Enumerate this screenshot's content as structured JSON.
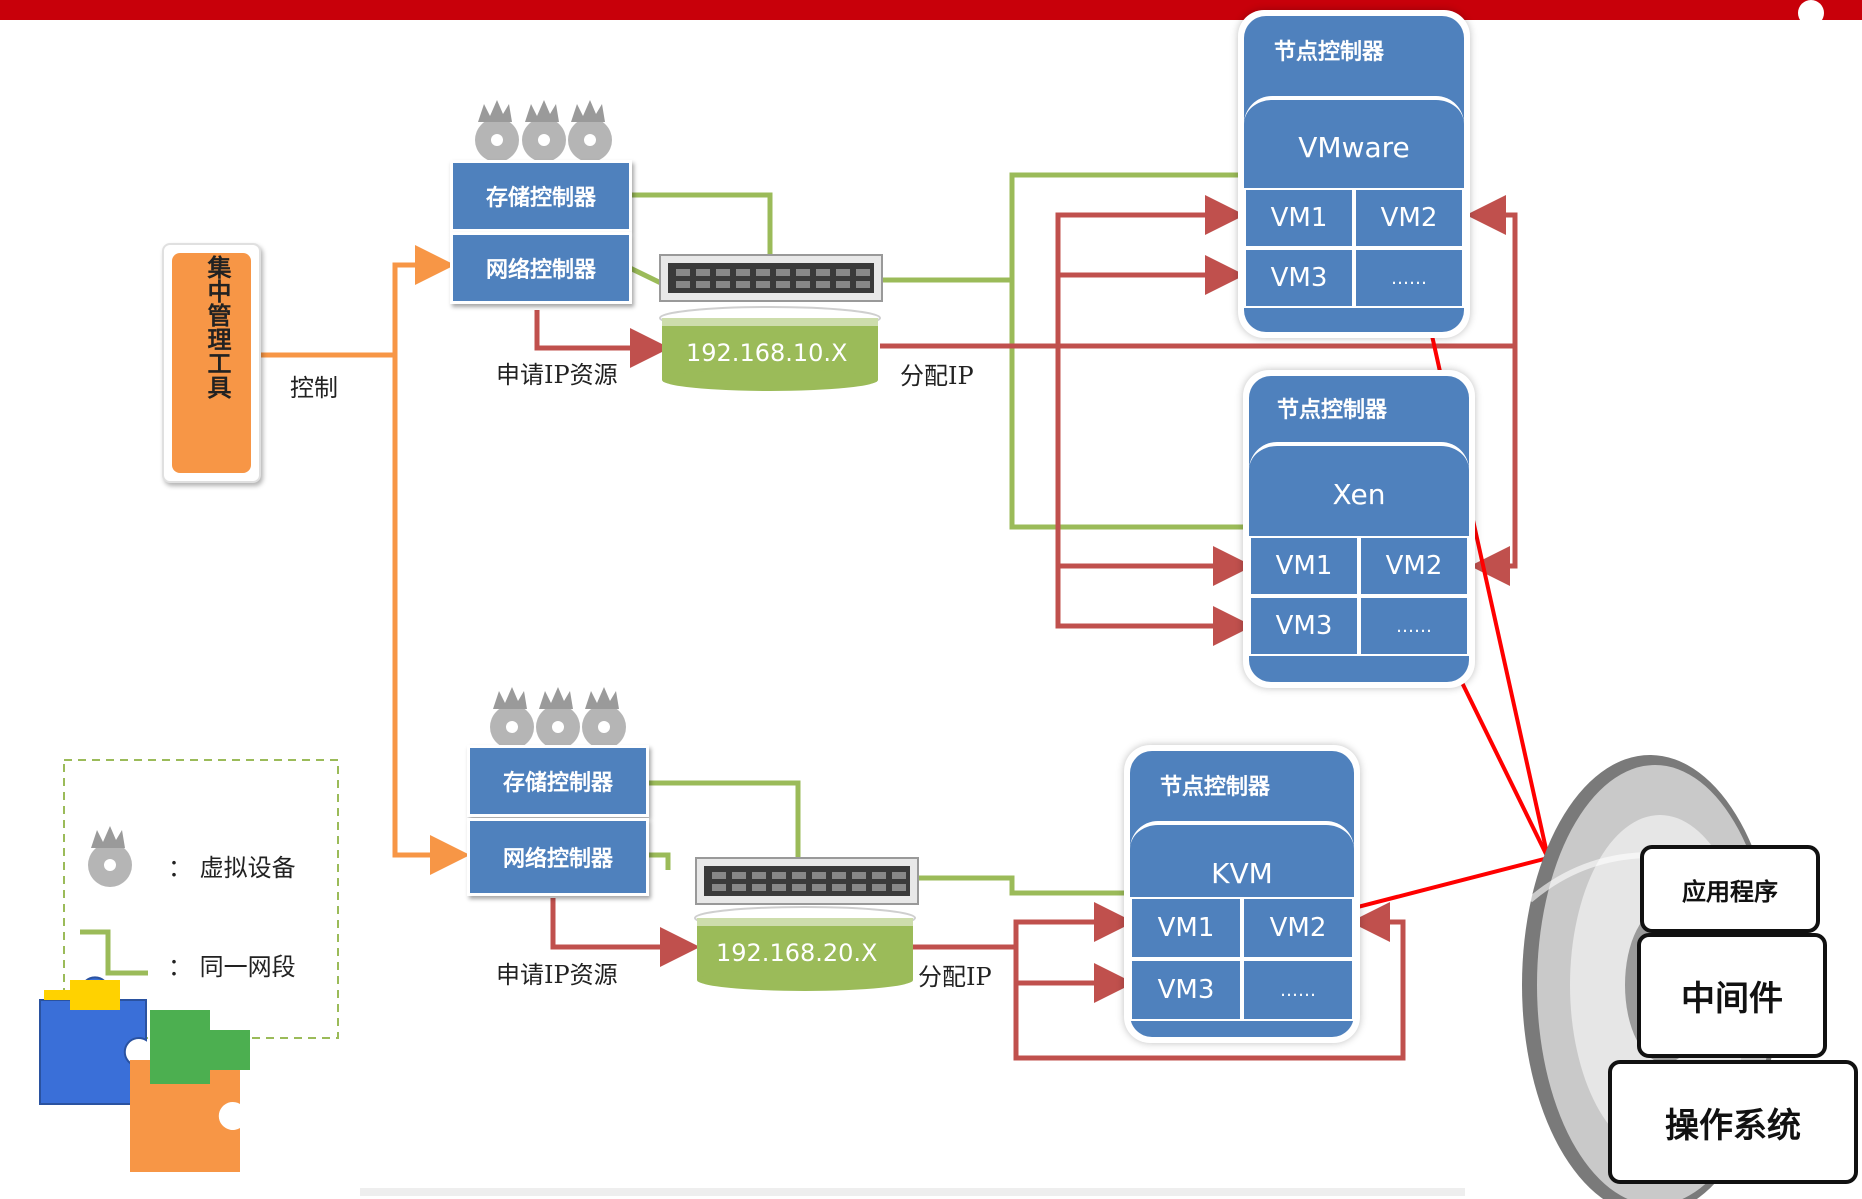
{
  "central_tool": {
    "label": "集中管理工具"
  },
  "control_label": "控制",
  "cluster1": {
    "storage_ctrl": "存储控制器",
    "network_ctrl": "网络控制器",
    "ip_request": "申请IP资源",
    "subnet": "192.168.10.X",
    "assign_ip": "分配IP"
  },
  "cluster2": {
    "storage_ctrl": "存储控制器",
    "network_ctrl": "网络控制器",
    "ip_request": "申请IP资源",
    "subnet": "192.168.20.X",
    "assign_ip": "分配IP"
  },
  "nodes": [
    {
      "controller": "节点控制器",
      "hypervisor": "VMware",
      "vms": [
        "VM1",
        "VM2",
        "VM3",
        "……"
      ]
    },
    {
      "controller": "节点控制器",
      "hypervisor": "Xen",
      "vms": [
        "VM1",
        "VM2",
        "VM3",
        "……"
      ]
    },
    {
      "controller": "节点控制器",
      "hypervisor": "KVM",
      "vms": [
        "VM1",
        "VM2",
        "VM3",
        "……"
      ]
    }
  ],
  "legend": {
    "virtual_device": "： 虚拟设备",
    "same_segment": "： 同一网段"
  },
  "software_stack": [
    "应用程序",
    "中间件",
    "操作系统"
  ],
  "colors": {
    "blue": "#4f81bd",
    "green": "#9bbb59",
    "red": "#c0504d",
    "orange": "#f79646",
    "arrow_red": "#ff0000",
    "header": "#c8000a"
  }
}
